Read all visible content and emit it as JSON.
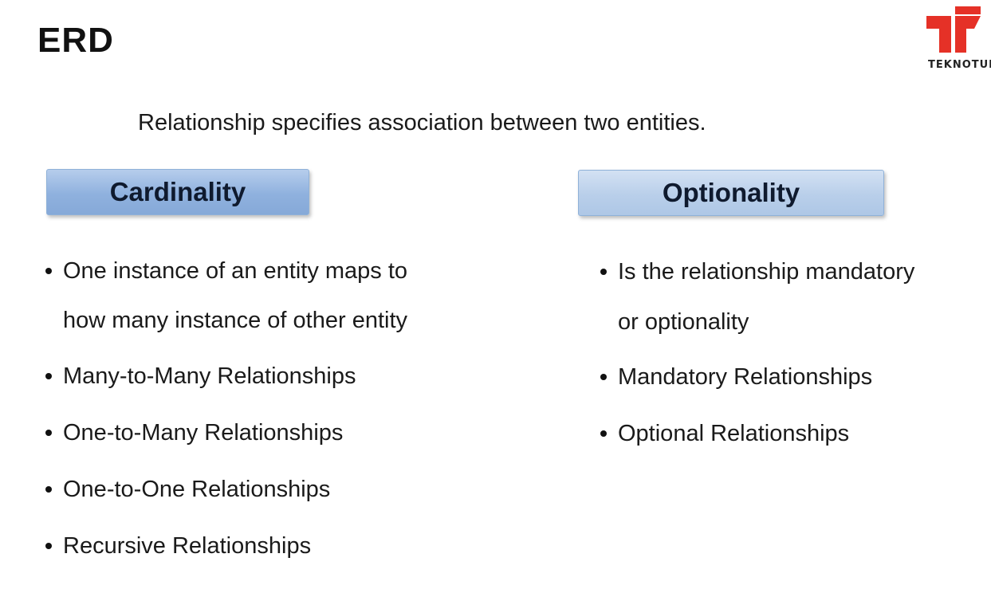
{
  "slide": {
    "title": "ERD",
    "intro": "Relationship specifies association between two entities."
  },
  "logo": {
    "text": "TEKNOTUR",
    "color": "#e53127"
  },
  "cardinality": {
    "heading": "Cardinality",
    "items": [
      "One instance of an entity maps to",
      "how many instance of other entity",
      "Many-to-Many Relationships",
      "One-to-Many Relationships",
      "One-to-One Relationships",
      "Recursive Relationships"
    ]
  },
  "optionality": {
    "heading": "Optionality",
    "items": [
      "Is the relationship mandatory",
      "or optionality",
      "Mandatory Relationships",
      "Optional Relationships"
    ]
  }
}
